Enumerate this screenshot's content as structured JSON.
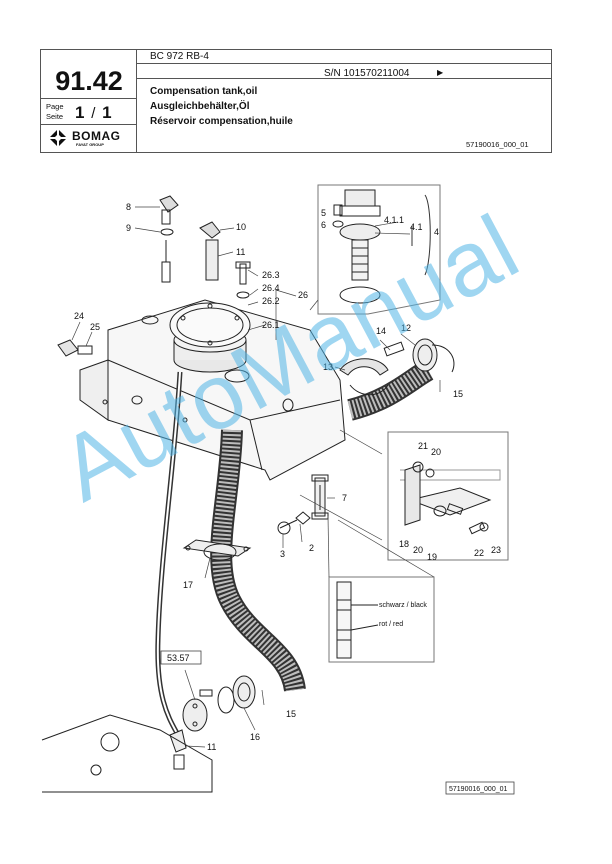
{
  "header": {
    "group_number": "91.42",
    "model": "BC 972 RB-4",
    "serial": "S/N 101570211004",
    "page_label_en": "Page",
    "page_label_de": "Seite",
    "page_current": "1",
    "page_separator": "/",
    "page_total": "1",
    "brand": "BOMAG",
    "brand_sub": "FAYAT GROUP",
    "title_en": "Compensation tank,oil",
    "title_de": "Ausgleichbehälter,Öl",
    "title_fr": "Réservoir compensation,huile",
    "doc_ref": "57190016_000_01"
  },
  "drawing": {
    "callouts": {
      "c8": "8",
      "c9": "9",
      "c10": "10",
      "c11a": "11",
      "c263": "26.3",
      "c264": "26.4",
      "c262": "26.2",
      "c26": "26",
      "c261": "26.1",
      "c24": "24",
      "c25": "25",
      "c5": "5",
      "c6": "6",
      "c411": "4.1.1",
      "c41": "4.1",
      "c4": "4",
      "c14": "14",
      "c12": "12",
      "c13": "13",
      "c15a": "15",
      "c21": "21",
      "c20a": "20",
      "c7": "7",
      "c2": "2",
      "c3": "3",
      "c18": "18",
      "c20b": "20",
      "c19": "19",
      "c22": "22",
      "c23": "23",
      "c17": "17",
      "c5357": "53.57",
      "c16": "16",
      "c15b": "15",
      "c11b": "11"
    },
    "legend_black": "schwarz / black",
    "legend_red": "rot / red",
    "footer_ref": "57190016_000_01"
  },
  "watermark": "AutoManual"
}
